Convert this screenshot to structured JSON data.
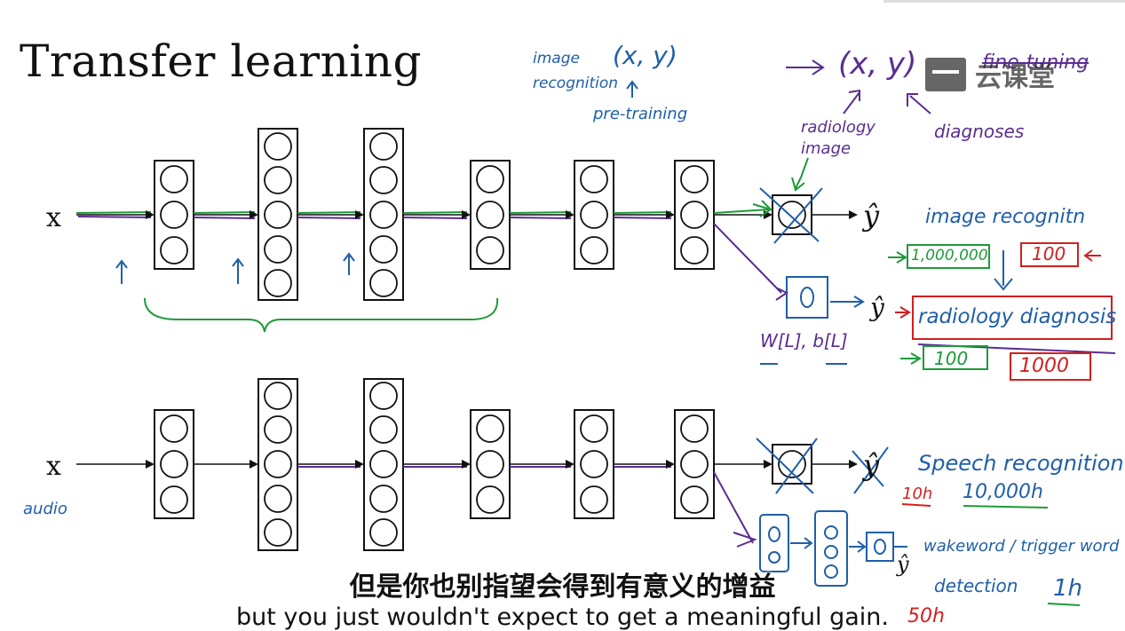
{
  "slide": {
    "title": "Transfer learning",
    "x_label": "x",
    "y_hat": "ŷ",
    "watermark": "云课堂"
  },
  "annotations": {
    "image_recognition_top": "image recognition",
    "xy_top": "(x, y)",
    "pre_training": "pre-training",
    "xy_right": "(x, y)",
    "fine_tuning": "fine-tuning",
    "radiology_image": "radiology image",
    "diagnoses": "diagnoses",
    "image_recognition": "image recognitn",
    "count_1m": "1,000,000",
    "count_100_top": "100",
    "radiology_diagnosis": "radiology diagnosis",
    "count_100": "100",
    "count_1000": "1000",
    "weights": "W[L], b[L]",
    "audio": "audio",
    "speech_recognition": "Speech recognition",
    "hours_10": "10h",
    "hours_10000": "10,000h",
    "wakeword": "wakeword / trigger word",
    "detection": "detection",
    "hours_1": "1h",
    "hours_50": "50h"
  },
  "subtitles": {
    "chinese": "但是你也别指望会得到有意义的增益",
    "english": "but you just wouldn't expect to get a meaningful gain."
  }
}
